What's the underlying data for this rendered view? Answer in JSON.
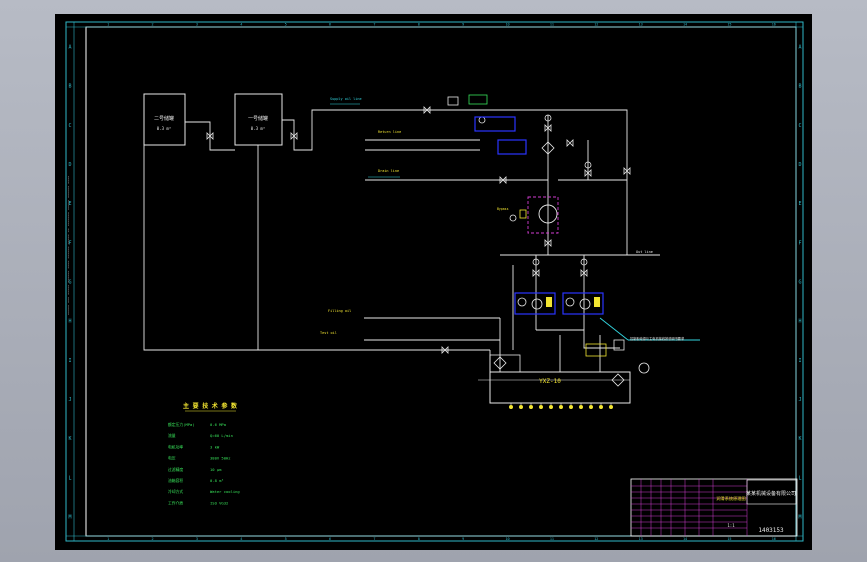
{
  "colors": {
    "background": "#000000",
    "frame": "#ffffff",
    "border_cyan": "#2fb8c8",
    "pipe": "#e8e8e8",
    "label_yellow": "#f2e531",
    "label_green": "#38e35a",
    "label_cyan": "#33d6e0",
    "equipment_blue": "#2a34ff",
    "highlight_magenta": "#d23cd2"
  },
  "border": {
    "rows": [
      "A",
      "B",
      "C",
      "D",
      "E",
      "F",
      "G",
      "H",
      "I",
      "J",
      "K",
      "L",
      "M"
    ],
    "cols": [
      "1",
      "2",
      "3",
      "4",
      "5",
      "6",
      "7",
      "8",
      "9",
      "10",
      "11",
      "12",
      "13",
      "14",
      "15",
      "16"
    ]
  },
  "tanks": {
    "tank2": {
      "title": "二号储罐",
      "sub": "0.3 m³"
    },
    "tank1": {
      "title": "一号储罐",
      "sub": "0.3 m³"
    }
  },
  "pipe_labels": {
    "top_supply": "Supply oil line",
    "mid_return": "Return line",
    "mid_branch": "Drain line",
    "low_left1": "Filling oil",
    "low_left2": "Test oil",
    "right_branch": "Out line",
    "bypass": "Bypass"
  },
  "unit": {
    "name": "YXZ-10"
  },
  "note": {
    "text": "控制柜电源与主电机接线按说明书要求"
  },
  "params_title": "主 要 技 术 参 数",
  "params": [
    {
      "k": "额定压力(MPa)",
      "v": "0.6 MPa"
    },
    {
      "k": "流量",
      "v": "Q=60 L/min"
    },
    {
      "k": "电机功率",
      "v": "3 kW"
    },
    {
      "k": "电压",
      "v": "380V 50Hz"
    },
    {
      "k": "过滤精度",
      "v": "10 μm"
    },
    {
      "k": "油箱容积",
      "v": "0.8 m³"
    },
    {
      "k": "冷却方式",
      "v": "Water cooling"
    },
    {
      "k": "工作介质",
      "v": "ISO VG32"
    }
  ],
  "title_block": {
    "company": "某某机械设备有限公司",
    "drawing": "润滑系统原理图",
    "code": "1403153",
    "scale": "1:1"
  }
}
